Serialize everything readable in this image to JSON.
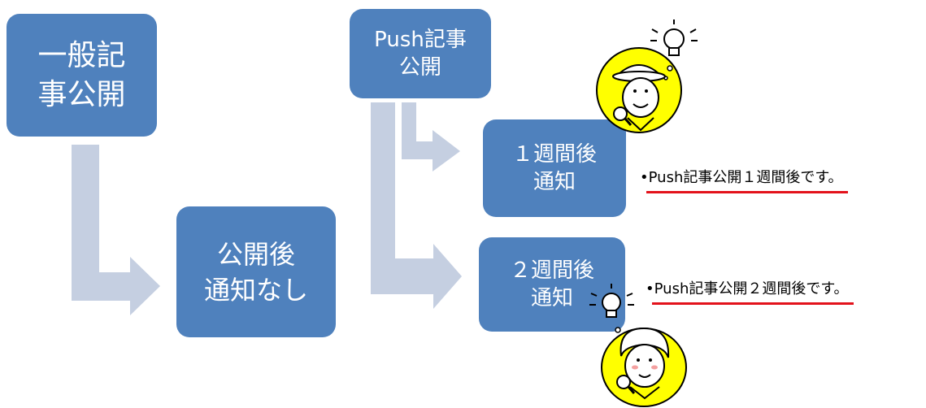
{
  "boxes": {
    "general": [
      "一般記",
      "事公開"
    ],
    "no_notice": [
      "公開後",
      "通知なし"
    ],
    "push": [
      "Push記事",
      "公開"
    ],
    "week1": [
      "１週間後",
      "通知"
    ],
    "week2": [
      "２週間後",
      "通知"
    ]
  },
  "notes": {
    "week1": "•Push記事公開１週間後です。",
    "week2": "•Push記事公開２週間後です。"
  },
  "colors": {
    "box": "#4f81bd",
    "arrow": "#c5cfe1",
    "underline": "#e3121b",
    "character_bg": "#ffff00"
  }
}
